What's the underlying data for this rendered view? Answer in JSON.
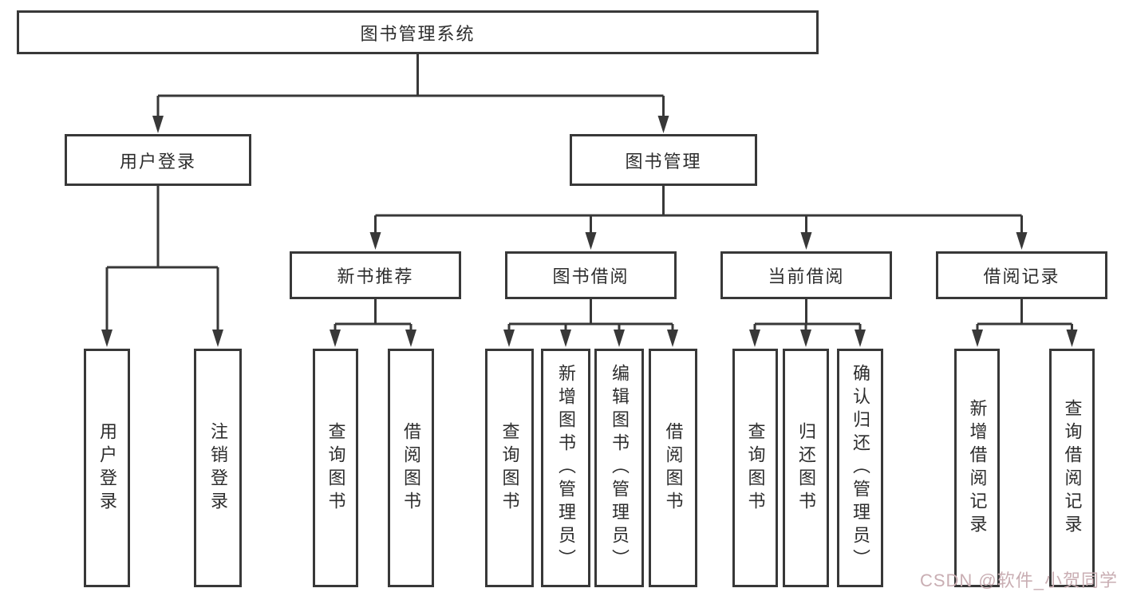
{
  "tree": {
    "root": {
      "label": "图书管理系统"
    },
    "branches": [
      {
        "label": "用户登录",
        "children": [
          {
            "label": "用户登录"
          },
          {
            "label": "注销登录"
          }
        ]
      },
      {
        "label": "图书管理",
        "children": [
          {
            "label": "新书推荐",
            "children": [
              {
                "label": "查询图书"
              },
              {
                "label": "借阅图书"
              }
            ]
          },
          {
            "label": "图书借阅",
            "children": [
              {
                "label": "查询图书"
              },
              {
                "label": "新增图书（管理员）"
              },
              {
                "label": "编辑图书（管理员）"
              },
              {
                "label": "借阅图书"
              }
            ]
          },
          {
            "label": "当前借阅",
            "children": [
              {
                "label": "查询图书"
              },
              {
                "label": "归还图书"
              },
              {
                "label": "确认归还（管理员）"
              }
            ]
          },
          {
            "label": "借阅记录",
            "children": [
              {
                "label": "新增借阅记录"
              },
              {
                "label": "查询借阅记录"
              }
            ]
          }
        ]
      }
    ]
  },
  "watermark": {
    "text": "CSDN @软件_小贺同学"
  },
  "colors": {
    "line": "#383838",
    "box_border": "#383838",
    "box_fill": "#ffffff",
    "text": "#2d2d2d",
    "watermark": "#c9aeb3",
    "background": "#ffffff"
  }
}
